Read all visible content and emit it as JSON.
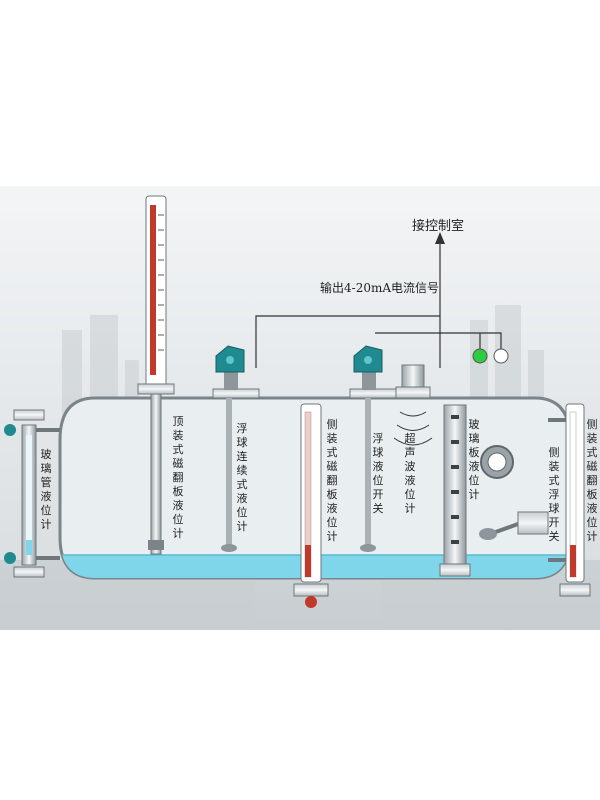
{
  "top_labels": {
    "control_room": "接控制室",
    "output_signal": "输出4-20mA电流信号"
  },
  "instruments": [
    {
      "key": "glass_tube",
      "label": "玻璃管液位计"
    },
    {
      "key": "top_magnetic",
      "label": "顶装式磁翻板液位计"
    },
    {
      "key": "float_continuous",
      "label": "浮球连续式液位计"
    },
    {
      "key": "side_magnetic",
      "label": "侧装式磁翻板液位计"
    },
    {
      "key": "float_switch",
      "label": "浮球液位开关"
    },
    {
      "key": "ultrasonic",
      "label": "超声波液位计"
    },
    {
      "key": "glass_plate",
      "label": "玻璃板液位计"
    },
    {
      "key": "side_magnetic_right",
      "label": "侧装式磁翻板液位计"
    },
    {
      "key": "side_float_switch",
      "label": "侧装式浮球开关"
    }
  ],
  "colors": {
    "liquid": "#7fd6ea",
    "gauge_red": "#c0392b",
    "transmitter_teal": "#1f8a8f",
    "indicator_green": "#2ecc40",
    "indicator_white": "#ffffff"
  }
}
